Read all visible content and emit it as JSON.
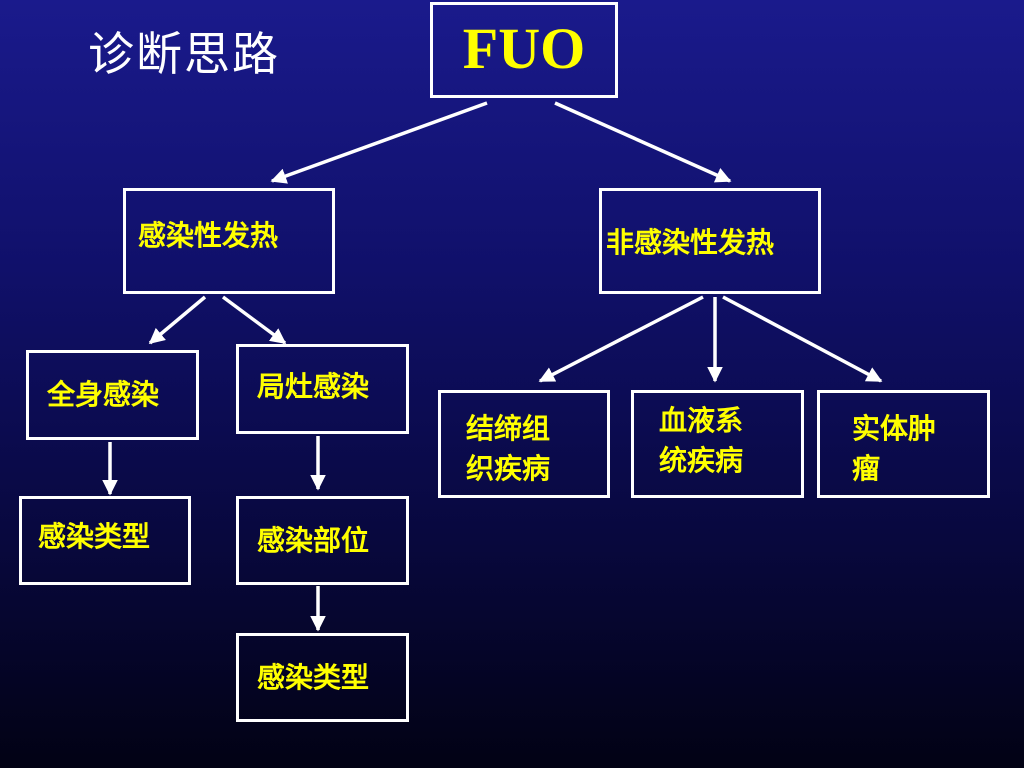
{
  "title": "诊断思路",
  "root": "FUO",
  "infectious": {
    "label": "感染性发热",
    "systemic": {
      "label": "全身感染",
      "child": "感染类型"
    },
    "local": {
      "label": "局灶感染",
      "child": "感染部位",
      "grandchild": "感染类型"
    }
  },
  "non_infectious": {
    "label": "非感染性发热",
    "connective": {
      "line1": "结缔组",
      "line2": "织疾病"
    },
    "blood": {
      "line1": "血液系",
      "line2": "统疾病"
    },
    "tumor": {
      "line1": "实体肿",
      "line2": "瘤"
    }
  },
  "colors": {
    "box_text": "#ffff00",
    "title_text": "#ffffff",
    "border": "#ffffff",
    "background_top": "#1a1a8c",
    "background_bottom": "#020214"
  }
}
